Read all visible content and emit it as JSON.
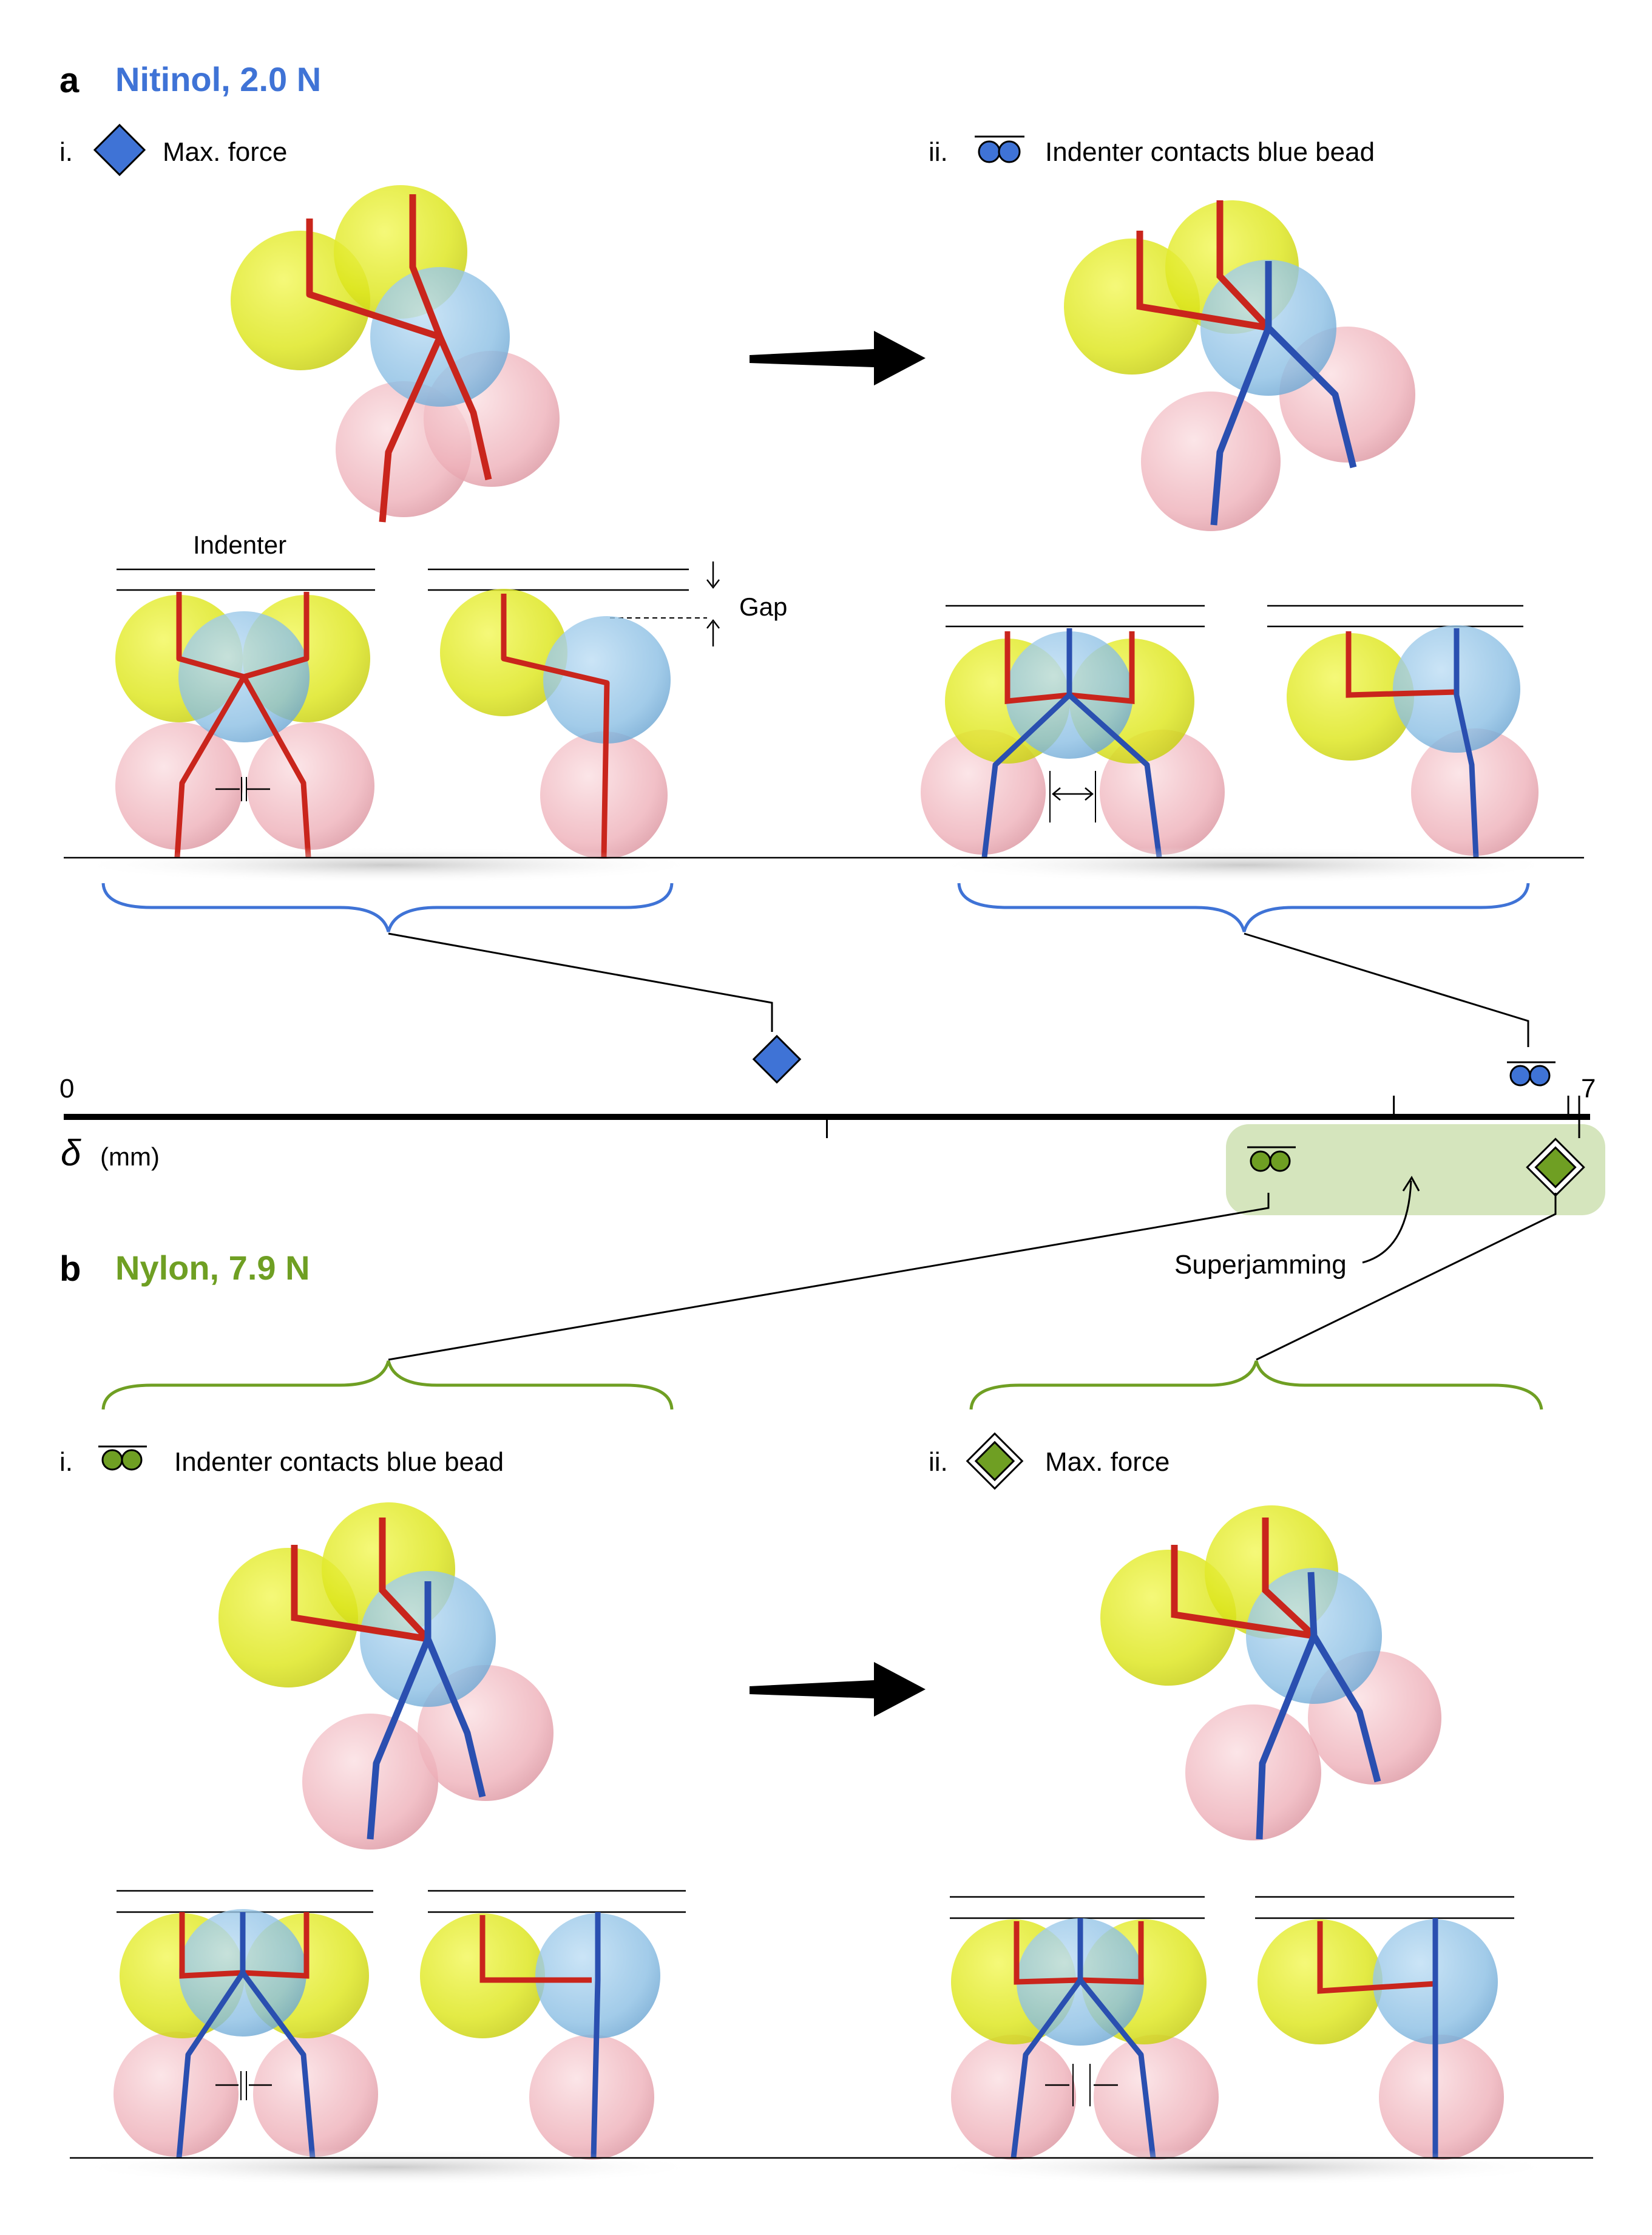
{
  "panel_a": {
    "letter": "a",
    "title": "Nitinol, 2.0 N",
    "color": "#3f73d6",
    "sub_i": {
      "numeral": "i.",
      "label": "Max. force"
    },
    "sub_ii": {
      "numeral": "ii.",
      "label": "Indenter contacts blue bead"
    },
    "indenter_label": "Indenter",
    "gap_label": "Gap"
  },
  "panel_b": {
    "letter": "b",
    "title": "Nylon, 7.9 N",
    "color": "#6f9f23",
    "sub_i": {
      "numeral": "i.",
      "label": "Indenter contacts blue bead"
    },
    "sub_ii": {
      "numeral": "ii.",
      "label": "Max. force"
    }
  },
  "axis": {
    "min_label": "0",
    "max_label": "7",
    "symbol": "δ",
    "unit": "(mm)",
    "range": [
      0,
      7
    ],
    "markers": {
      "nitinol_max_force": 3.5,
      "nitinol_contact": 7.0,
      "nylon_contact": 6.1,
      "nylon_max_force": 7.0
    }
  },
  "superjamming": {
    "label": "Superjamming",
    "color": "#d5e5bd"
  },
  "colors": {
    "yellow_bead": "#e5ee2a",
    "blue_bead": "#8ec3e8",
    "pink_bead": "#efb5bd",
    "red_wire": "#c9251c",
    "blue_wire": "#2a4fb0"
  },
  "icons": {
    "max_force": "diamond-icon",
    "contact": "double-bead-icon"
  }
}
